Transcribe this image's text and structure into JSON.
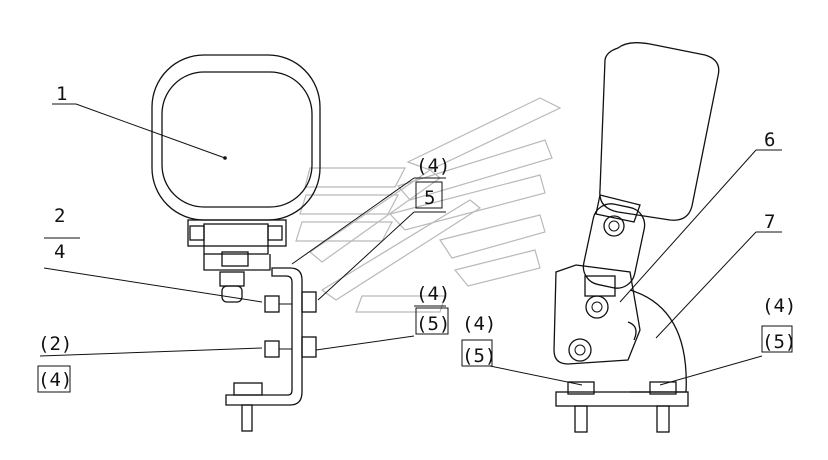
{
  "drawing": {
    "callouts": [
      {
        "id": "c1",
        "text": "1"
      },
      {
        "id": "c2",
        "text": "2"
      },
      {
        "id": "c3",
        "text": "4"
      },
      {
        "id": "c4",
        "text": "(2)"
      },
      {
        "id": "c5",
        "text": "(4)"
      },
      {
        "id": "c6",
        "text": "(4)"
      },
      {
        "id": "c7",
        "text": "5"
      },
      {
        "id": "c8",
        "text": "(4)"
      },
      {
        "id": "c9",
        "text": "(5)"
      },
      {
        "id": "c10",
        "text": "(4)"
      },
      {
        "id": "c11",
        "text": "(5)"
      },
      {
        "id": "c12",
        "text": "6"
      },
      {
        "id": "c13",
        "text": "7"
      },
      {
        "id": "c14",
        "text": "(4)"
      },
      {
        "id": "c15",
        "text": "(5)"
      }
    ],
    "watermark_icon": "company-logo-watermark"
  }
}
